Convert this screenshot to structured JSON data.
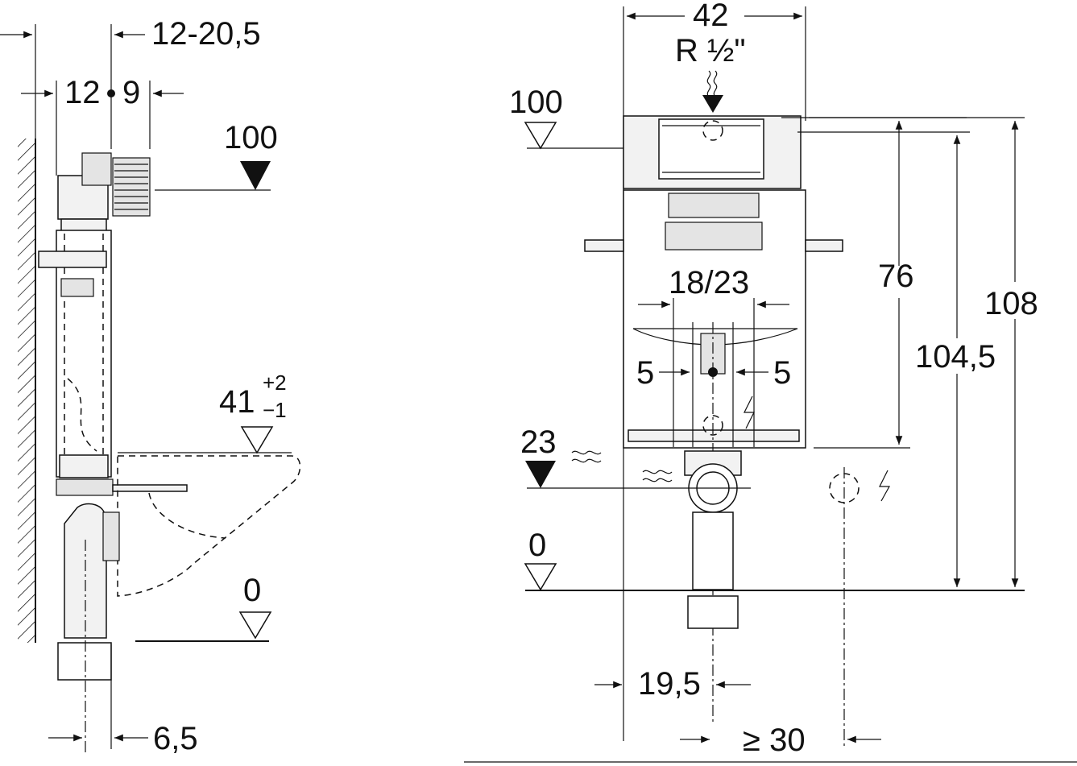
{
  "side_view": {
    "dim_top": "12-20,5",
    "dim_left": "12",
    "dim_right": "9",
    "level_flush": "100",
    "level_seat": "41",
    "level_seat_tol_plus": "+2",
    "level_seat_tol_minus": "−1",
    "level_floor": "0",
    "dim_bottom": "6,5"
  },
  "front_view": {
    "width": "42",
    "water_inlet": "R ½\"",
    "level_top": "100",
    "bolt_spacing": "18/23",
    "offset_left": "5",
    "offset_right": "5",
    "height_76": "76",
    "height_1045": "104,5",
    "height_108": "108",
    "level_waste": "23",
    "level_floor": "0",
    "dim_195": "19,5",
    "dim_30": "≥ 30"
  }
}
